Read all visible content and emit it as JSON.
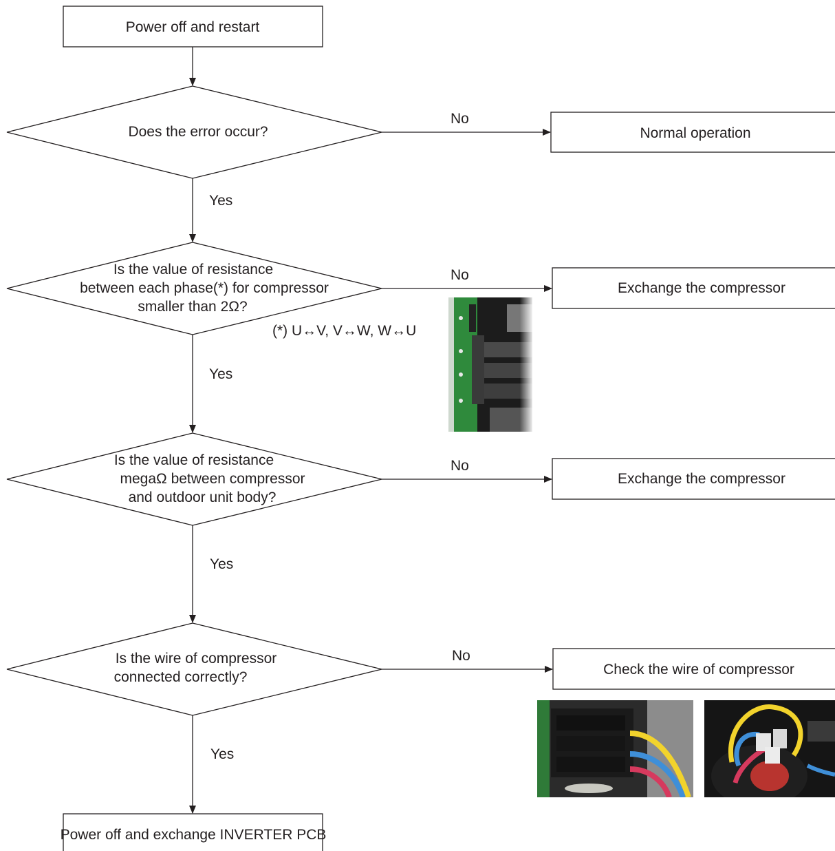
{
  "start_box": "Power off and restart",
  "decision1": {
    "question": "Does the error occur?",
    "no_label": "No",
    "yes_label": "Yes",
    "no_result": "Normal operation"
  },
  "decision2": {
    "question_lines": [
      "Is the value of resistance",
      "between each phase(*) for compressor",
      "smaller than 2Ω?"
    ],
    "note": "(*) U↔V,  V↔W,  W↔U",
    "no_label": "No",
    "yes_label": "Yes",
    "no_result": "Exchange the compressor"
  },
  "decision3": {
    "question_lines": [
      "Is the value of resistance",
      "megaΩ between compressor",
      "and outdoor unit body?"
    ],
    "no_label": "No",
    "yes_label": "Yes",
    "no_result": "Exchange the compressor"
  },
  "decision4": {
    "question_lines": [
      "Is the wire of compressor",
      "connected correctly?"
    ],
    "no_label": "No",
    "yes_label": "Yes",
    "no_result": "Check the wire of compressor"
  },
  "end_box": "Power off and exchange INVERTER PCB",
  "colors": {
    "line": "#231f20",
    "pcb_green": "#2f8a3c",
    "wire_yellow": "#f2d32c",
    "wire_red": "#d63a5e",
    "wire_blue": "#3f8fd8"
  }
}
